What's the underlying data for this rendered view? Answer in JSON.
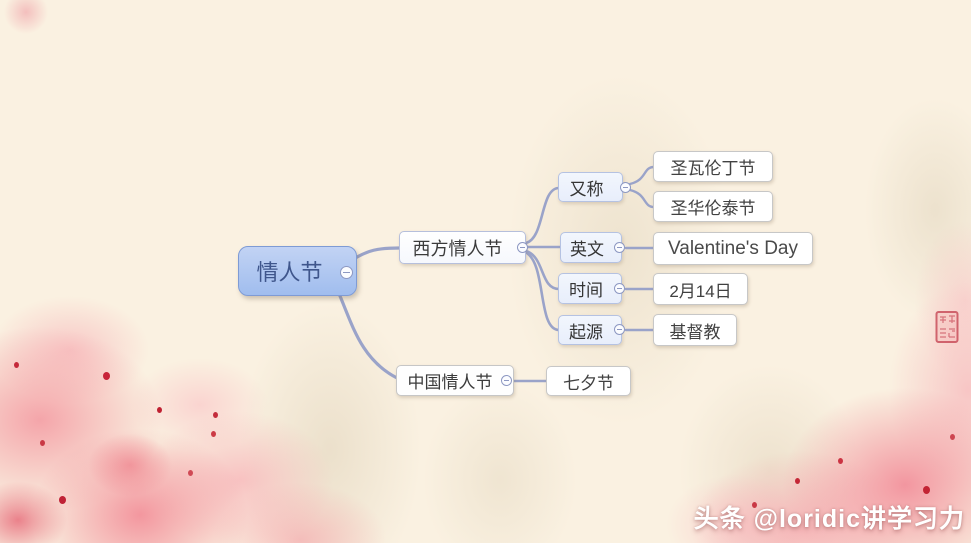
{
  "mindmap": {
    "root": {
      "label": "情人节"
    },
    "branches": [
      {
        "label": "西方情人节",
        "children": [
          {
            "label": "又称",
            "children": [
              {
                "label": "圣瓦伦丁节"
              },
              {
                "label": "圣华伦泰节"
              }
            ]
          },
          {
            "label": "英文",
            "children": [
              {
                "label": "Valentine's Day"
              }
            ]
          },
          {
            "label": "时间",
            "children": [
              {
                "label": "2月14日"
              }
            ]
          },
          {
            "label": "起源",
            "children": [
              {
                "label": "基督教"
              }
            ]
          }
        ]
      },
      {
        "label": "中国情人节",
        "children": [
          {
            "label": "七夕节"
          }
        ]
      }
    ],
    "colors": {
      "root_fill_top": "#c2d3f4",
      "root_fill_bottom": "#a0bdee",
      "root_border": "#7e9bd5",
      "root_text": "#3f568c",
      "branch_line": "#9aa3c9",
      "attr_fill": "#edf2fc",
      "attr_border": "#b5c2e2",
      "leaf_border": "#c7c7c7",
      "background_base": "#faf1e1",
      "blossom_pink": "#f18c9a",
      "petal_red": "#c5293a",
      "seal_red": "#c94f5c"
    }
  },
  "watermark": {
    "text": "头条 @loridic讲学习力"
  }
}
